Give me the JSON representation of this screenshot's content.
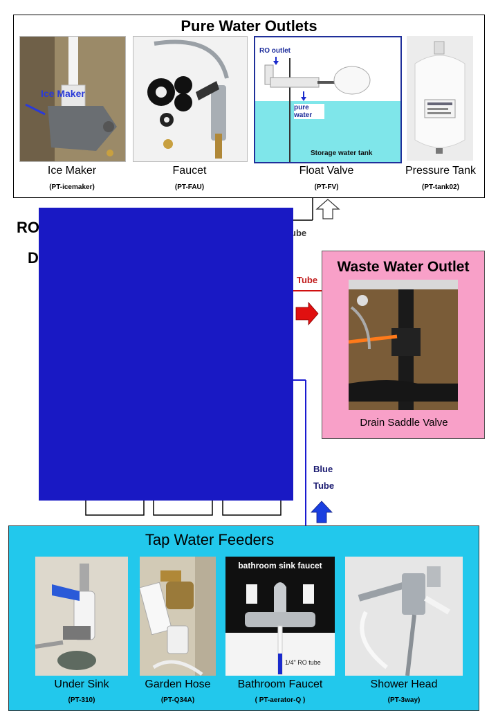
{
  "pure": {
    "title": "Pure Water Outlets",
    "items": [
      {
        "name": "Ice Maker",
        "code": "(PT-icemaker)",
        "photo_text": "Ice Maker"
      },
      {
        "name": "Faucet",
        "code": "(PT-FAU)"
      },
      {
        "name": "Float Valve",
        "code": "(PT-FV)",
        "ro_outlet": "RO outlet",
        "pure_water": "pure\nwater",
        "tank_label": "Storage water tank"
      },
      {
        "name": "Pressure Tank",
        "code": "(PT-tank02)"
      }
    ]
  },
  "waste": {
    "title": "Waste Water Outlet",
    "item": "Drain Saddle Valve"
  },
  "tap": {
    "title": "Tap Water Feeders",
    "items": [
      {
        "name": "Under Sink",
        "code": "(PT-310)"
      },
      {
        "name": "Garden Hose",
        "code": "(PT-Q34A)"
      },
      {
        "name": "Bathroom Faucet",
        "code": "( PT-aerator-Q )",
        "photo_top": "bathroom sink faucet",
        "photo_tube": "1/4\" RO tube"
      },
      {
        "name": "Shower Head",
        "code": "(PT-3way)"
      }
    ]
  },
  "tubes": {
    "white_fragment": "ube",
    "red": "Tube",
    "blue_1": "Blue",
    "blue_2": "Tube"
  },
  "side_fragments": {
    "ro": "RO",
    "d": "D"
  },
  "colors": {
    "pure_border": "#000000",
    "waste_bg": "#f8a0c8",
    "tap_bg": "#22c8ec",
    "cover_block": "#1919c4",
    "red_tube": "#d01010",
    "blue_tube": "#1a1ad0",
    "arrow_blue": "#1a3fe0",
    "arrow_red": "#e01010"
  }
}
